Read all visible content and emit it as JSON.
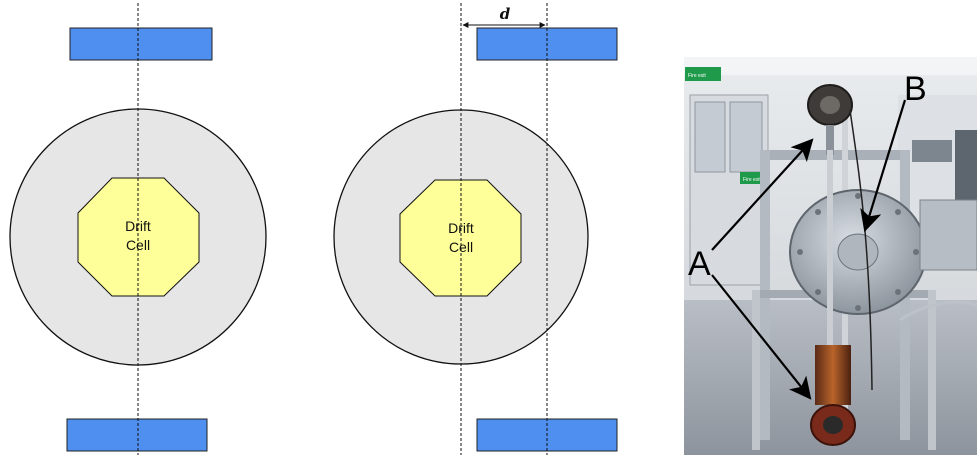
{
  "left_diagram": {
    "drift_cell_label_line1": "Drift",
    "drift_cell_label_line2": "Cell"
  },
  "middle_diagram": {
    "drift_cell_label_line1": "Drift",
    "drift_cell_label_line2": "Cell",
    "offset_label": "d"
  },
  "photo": {
    "label_a": "A",
    "label_b": "B",
    "fire_exit_sign": "Fire exit",
    "sign_text_small": "Fire exit"
  },
  "colors": {
    "magnet_blue": "#4f8ff0",
    "chamber_gray": "#e6e6e6",
    "drift_cell_yellow": "#ffff99",
    "outline": "#111111"
  }
}
